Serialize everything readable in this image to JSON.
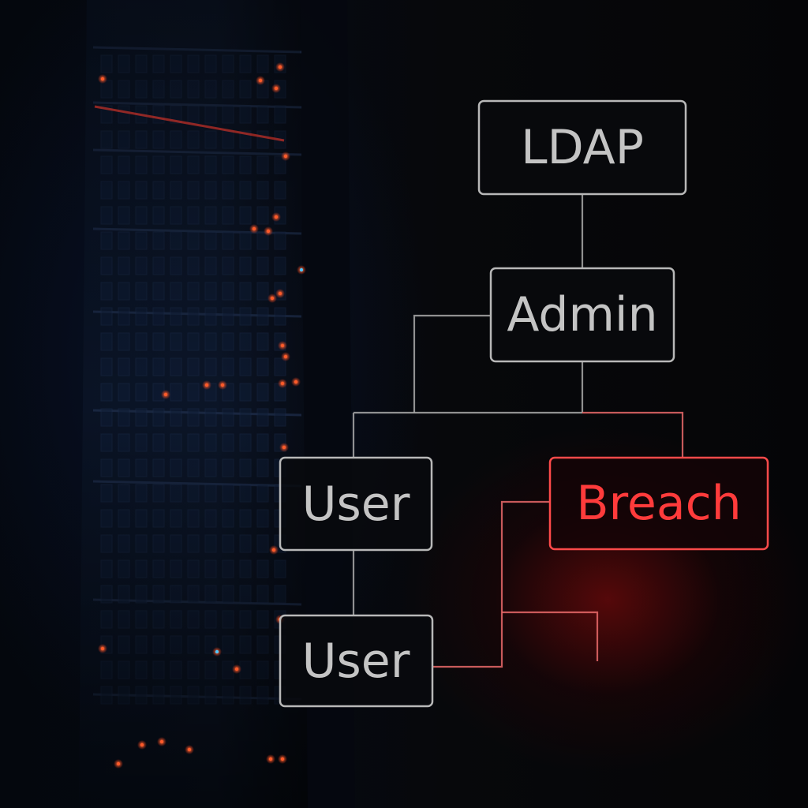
{
  "diagram": {
    "nodes": {
      "ldap": "LDAP",
      "admin": "Admin",
      "user_top": "User",
      "breach": "Breach",
      "user_bottom": "User"
    }
  },
  "colors": {
    "background": "#050608",
    "node_outline": "#b8b8b8",
    "node_text": "#c4c4c4",
    "breach_accent": "#ff3b3b",
    "rack_led": "#ff5a2a"
  }
}
